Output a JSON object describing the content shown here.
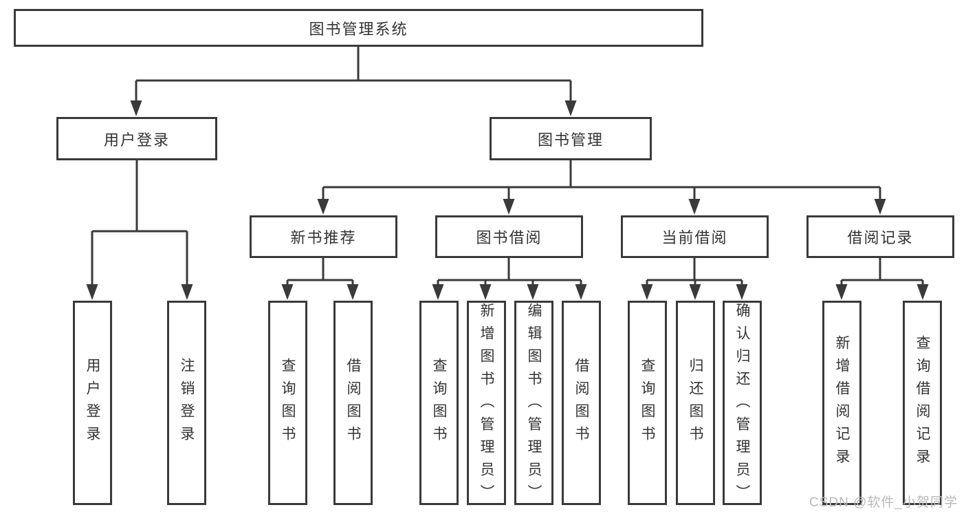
{
  "diagram": {
    "root": {
      "label": "图书管理系统"
    },
    "branches": [
      {
        "label": "用户登录",
        "children": [
          {
            "label": "用户登录"
          },
          {
            "label": "注销登录"
          }
        ]
      },
      {
        "label": "图书管理",
        "children": [
          {
            "label": "新书推荐",
            "children": [
              {
                "label": "查询图书"
              },
              {
                "label": "借阅图书"
              }
            ]
          },
          {
            "label": "图书借阅",
            "children": [
              {
                "label": "查询图书"
              },
              {
                "label": "新增图书（管理员）"
              },
              {
                "label": "编辑图书（管理员）"
              },
              {
                "label": "借阅图书"
              }
            ]
          },
          {
            "label": "当前借阅",
            "children": [
              {
                "label": "查询图书"
              },
              {
                "label": "归还图书"
              },
              {
                "label": "确认归还（管理员）"
              }
            ]
          },
          {
            "label": "借阅记录",
            "children": [
              {
                "label": "新增借阅记录"
              },
              {
                "label": "查询借阅记录"
              }
            ]
          }
        ]
      }
    ]
  },
  "watermark": {
    "text": "CSDN @软件_小贺同学"
  },
  "colors": {
    "line": "#3a3a3a",
    "border": "#3a3a3a",
    "text": "#333333",
    "background": "#ffffff",
    "watermark": "#b6b9bc"
  }
}
